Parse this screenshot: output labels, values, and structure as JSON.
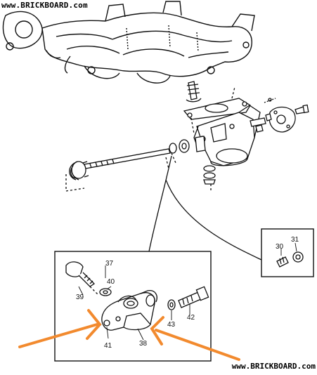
{
  "watermark": {
    "top_left": "www.BRICKBOARD.com",
    "bottom_right": "www.BRICKBOARD.com"
  },
  "callouts": {
    "c30": "30",
    "c31": "31",
    "c37": "37",
    "c38": "38",
    "c39": "39",
    "c40": "40",
    "c41": "41",
    "c42": "42",
    "c43": "43"
  },
  "colors": {
    "line": "#111111",
    "arrow": "#f28a2e",
    "paper": "#ffffff"
  }
}
